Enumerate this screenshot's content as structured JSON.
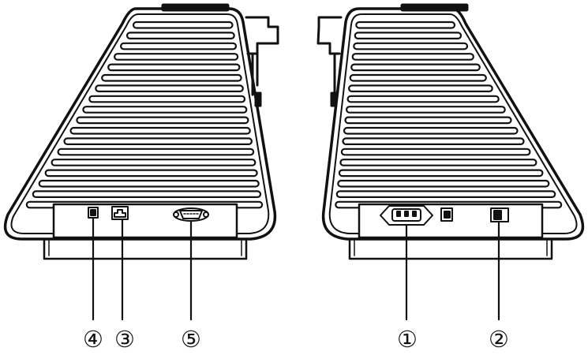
{
  "colors": {
    "stroke": "#111111",
    "background": "#ffffff",
    "accent": "#111111"
  },
  "views": [
    {
      "name": "left-side-view",
      "ports": [
        {
          "number": "④",
          "icon": "usb-b-port-icon"
        },
        {
          "number": "③",
          "icon": "rj11-port-icon"
        },
        {
          "number": "⑤",
          "icon": "db9-serial-port-icon"
        }
      ]
    },
    {
      "name": "right-side-view",
      "ports": [
        {
          "number": "①",
          "icon": "ac-power-inlet-icon"
        },
        {
          "number": "②",
          "icon": "power-switch-icon"
        }
      ],
      "unlabeled": [
        {
          "icon": "dip-switch-icon"
        }
      ]
    }
  ],
  "callouts": {
    "c4": "④",
    "c3": "③",
    "c5": "⑤",
    "c1": "①",
    "c2": "②"
  }
}
